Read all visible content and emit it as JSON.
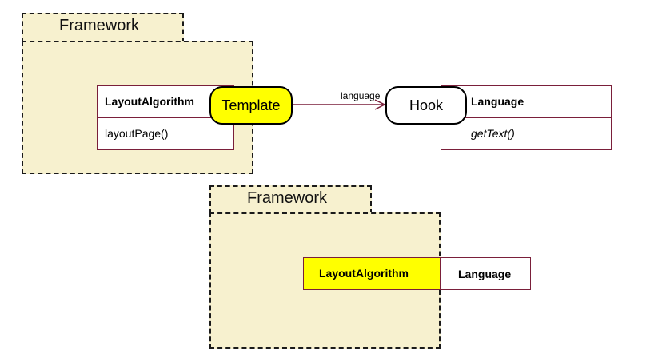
{
  "top_diagram": {
    "package": {
      "title": "Framework"
    },
    "layout_class": {
      "name": "LayoutAlgorithm",
      "operation": "layoutPage()"
    },
    "language_class": {
      "name": "Language",
      "operation": "getText()"
    },
    "association_label": "language",
    "template_tag": {
      "label": "Template",
      "color": "#ffff00"
    },
    "hook_tag": {
      "label": "Hook",
      "color": "#ffffff"
    }
  },
  "bottom_diagram": {
    "package": {
      "title": "Framework"
    },
    "layout_class": {
      "name": "LayoutAlgorithm",
      "color": "#ffff00"
    },
    "language_class": {
      "name": "Language"
    }
  },
  "colors": {
    "package_fill": "#f7f1cf",
    "class_border": "#7a1f3a",
    "association_line": "#7a1f3a"
  }
}
